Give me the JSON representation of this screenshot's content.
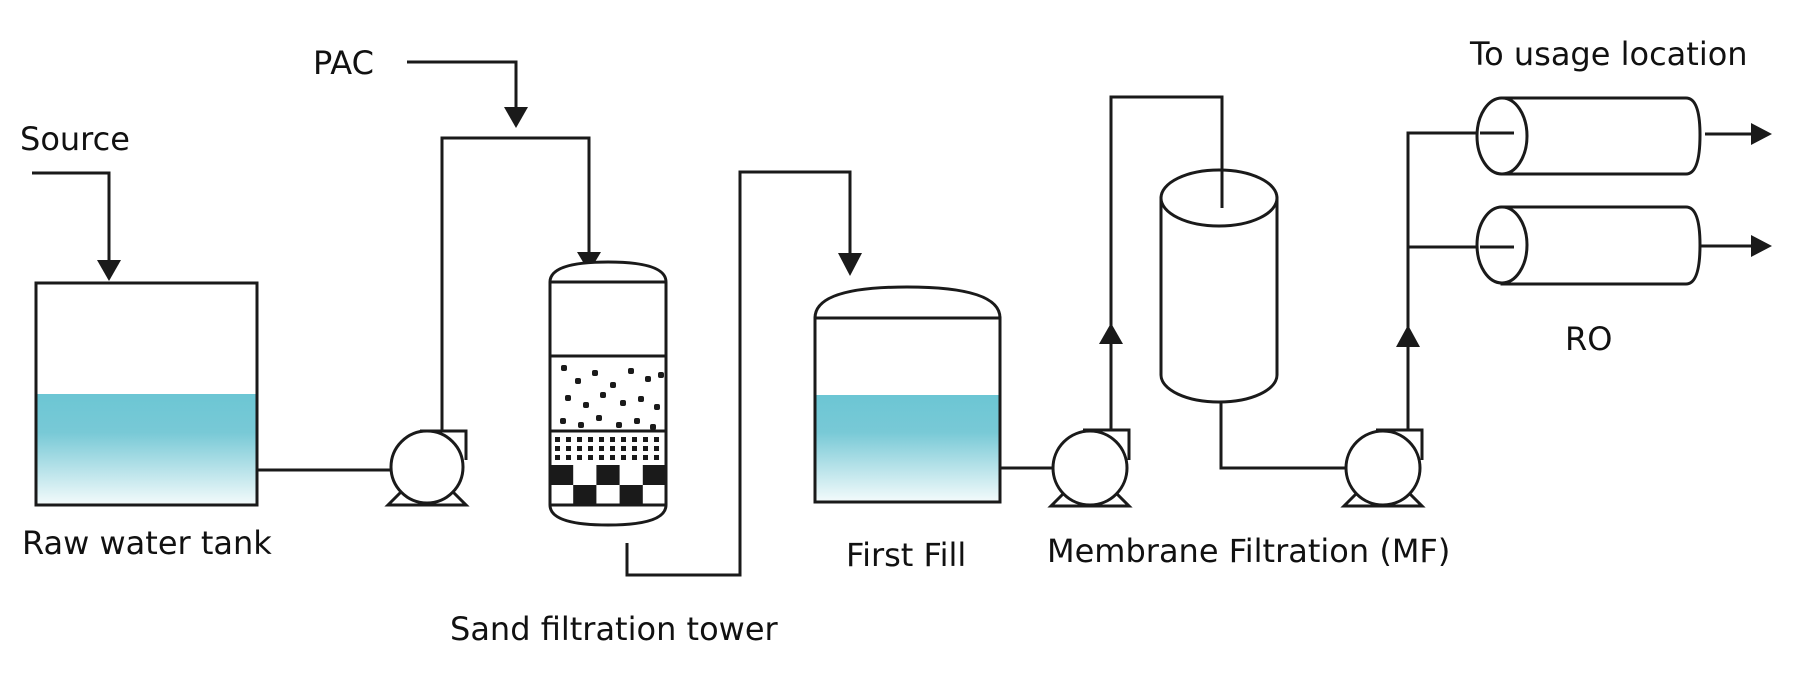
{
  "diagram": {
    "type": "process-flow",
    "title": "Water treatment process",
    "colors": {
      "line": "#1a1a1a",
      "water_top": "#6cc6d4",
      "water_bottom": "#f2fafb"
    },
    "labels": {
      "source": "Source",
      "pac": "PAC",
      "raw_water_tank": "Raw water tank",
      "sand_filtration_tower": "Sand filtration tower",
      "first_fill": "First Fill",
      "membrane_filtration": "Membrane Filtration (MF)",
      "ro": "RO",
      "to_usage_location": "To usage location"
    },
    "nodes": [
      {
        "id": "source",
        "label": "Source",
        "kind": "input"
      },
      {
        "id": "raw_water_tank",
        "label": "Raw water tank",
        "kind": "tank",
        "water_level": 0.48
      },
      {
        "id": "pump_1",
        "kind": "pump"
      },
      {
        "id": "pac",
        "label": "PAC",
        "kind": "dosing-input"
      },
      {
        "id": "sand_filtration_tower",
        "label": "Sand filtration tower",
        "kind": "filter-tower"
      },
      {
        "id": "first_fill",
        "label": "First Fill",
        "kind": "tank",
        "water_level": 0.59
      },
      {
        "id": "pump_2",
        "kind": "pump"
      },
      {
        "id": "membrane_filtration",
        "label": "Membrane Filtration (MF)",
        "kind": "cylinder-vessel"
      },
      {
        "id": "pump_3",
        "kind": "pump"
      },
      {
        "id": "ro_1",
        "label": "RO",
        "kind": "ro-module"
      },
      {
        "id": "ro_2",
        "label": "RO",
        "kind": "ro-module"
      },
      {
        "id": "usage",
        "label": "To usage location",
        "kind": "output"
      }
    ],
    "edges": [
      {
        "from": "source",
        "to": "raw_water_tank"
      },
      {
        "from": "raw_water_tank",
        "to": "pump_1"
      },
      {
        "from": "pump_1",
        "to": "sand_filtration_tower"
      },
      {
        "from": "pac",
        "to": "sand_filtration_tower"
      },
      {
        "from": "sand_filtration_tower",
        "to": "first_fill"
      },
      {
        "from": "first_fill",
        "to": "pump_2"
      },
      {
        "from": "pump_2",
        "to": "membrane_filtration"
      },
      {
        "from": "membrane_filtration",
        "to": "pump_3"
      },
      {
        "from": "pump_3",
        "to": "ro_1"
      },
      {
        "from": "pump_3",
        "to": "ro_2"
      },
      {
        "from": "ro_1",
        "to": "usage"
      },
      {
        "from": "ro_2",
        "to": "usage"
      }
    ]
  }
}
